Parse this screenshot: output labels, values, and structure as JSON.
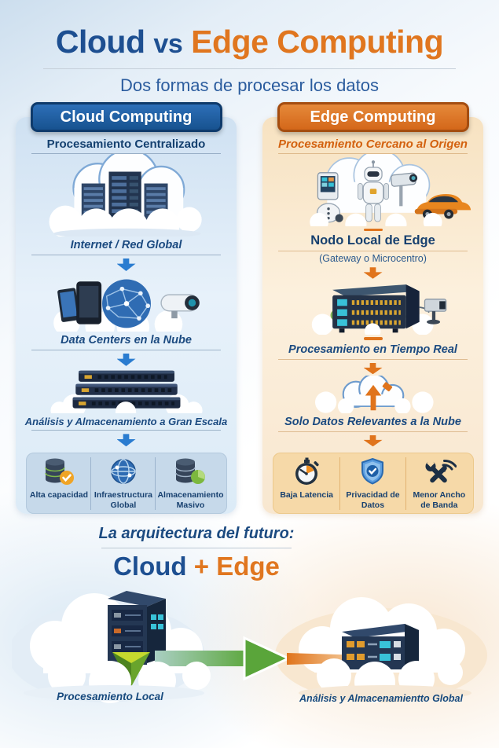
{
  "header": {
    "title": {
      "cloud": "Cloud",
      "vs": "vs",
      "edge": "Edge Computing"
    },
    "subtitle": "Dos formas de procesar los datos"
  },
  "cloud_column": {
    "header": "Cloud Computing",
    "tagline": "Procesamiento Centralizado",
    "step1_label": "Internet / Red Global",
    "step2_label": "Data Centers en la Nube",
    "step3_label": "Análisis y Almacenamiento a Gran Escala",
    "illustrations": [
      "cloud-data-center",
      "devices-globe-camera",
      "server-stack"
    ],
    "features": [
      {
        "label": "Alta capacidad",
        "icon": "database-check-icon"
      },
      {
        "label": "Infraestructura Global",
        "icon": "globe-icon"
      },
      {
        "label": "Almacenamiento Masivo",
        "icon": "database-pie-icon"
      }
    ],
    "accent_color": "#1d5fa7",
    "arrow_color": "#2a7cd0"
  },
  "edge_column": {
    "header": "Edge Computing",
    "tagline": "Procesamiento Cercano al Origen",
    "node_title": "Nodo Local de Edge",
    "node_subtitle": "(Gateway o Microcentro)",
    "step2_label": "Procesamiento en Tiempo Real",
    "step3_label": "Solo Datos Relevantes a la Nube",
    "illustrations": [
      "iot-robots-car-camera",
      "edge-gateway-box",
      "cloud-upload"
    ],
    "features": [
      {
        "label": "Baja Latencia",
        "icon": "stopwatch-icon"
      },
      {
        "label": "Privacidad de Datos",
        "icon": "shield-check-icon"
      },
      {
        "label": "Menor Ancho de Banda",
        "icon": "wrench-wifi-icon"
      }
    ],
    "accent_color": "#dd7222",
    "arrow_color": "#e0741c"
  },
  "footer": {
    "heading": "La arquitectura del futuro:",
    "combo": {
      "cloud": "Cloud",
      "plus": "+",
      "edge": "Edge"
    },
    "left_label": "Procesamiento Local",
    "right_label": "Análisis y Almacenamientto Global"
  }
}
